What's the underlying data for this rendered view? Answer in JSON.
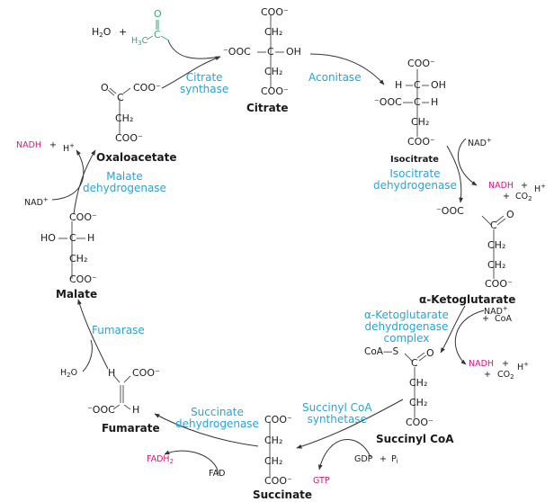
{
  "title": "Citric acid cycle",
  "colors": {
    "enzyme": "#2aa3d4",
    "product": "#d0197a",
    "acetyl": "#3aa574",
    "text": "#1a1a1a"
  },
  "inputs": {
    "water": "H2O",
    "plus": "+",
    "acetyl_o": "O",
    "acetyl_c": "C",
    "acetyl_h3c": "H3C"
  },
  "compounds": {
    "citrate": "Citrate",
    "isocitrate": "Isocitrate",
    "alpha_ketoglutarate": "α-Ketoglutarate",
    "succinyl_coa": "Succinyl CoA",
    "succinate": "Succinate",
    "fumarate": "Fumarate",
    "malate": "Malate",
    "oxaloacetate": "Oxaloacetate"
  },
  "enzymes": {
    "citrate_synthase": [
      "Citrate",
      "synthase"
    ],
    "aconitase": [
      "Aconitase"
    ],
    "isocitrate_dh": [
      "Isocitrate",
      "dehydrogenase"
    ],
    "akg_dh": [
      "α-Ketoglutarate",
      "dehydrogenase",
      "complex"
    ],
    "succinyl_coa_synthetase": [
      "Succinyl CoA",
      "synthetase"
    ],
    "succinate_dh": [
      "Succinate",
      "dehydrogenase"
    ],
    "fumarase": [
      "Fumarase"
    ],
    "malate_dh": [
      "Malate",
      "dehydrogenase"
    ]
  },
  "cofactors": {
    "nad_plus": "NAD+",
    "nadh": "NADH",
    "h_plus": "H+",
    "co2": "CO2",
    "coa": "CoA",
    "gdp": "GDP",
    "pi": "Pi",
    "gtp": "GTP",
    "fad": "FAD",
    "fadh2": "FADH2",
    "h2o": "H2O",
    "plus": "+"
  },
  "groups": {
    "coo": "COO⁻",
    "ooc": "⁻OOC",
    "ch2": "CH₂",
    "c": "C",
    "oh": "OH",
    "ho": "HO",
    "h": "H",
    "o": "O",
    "coa_s": "CoA—S"
  }
}
